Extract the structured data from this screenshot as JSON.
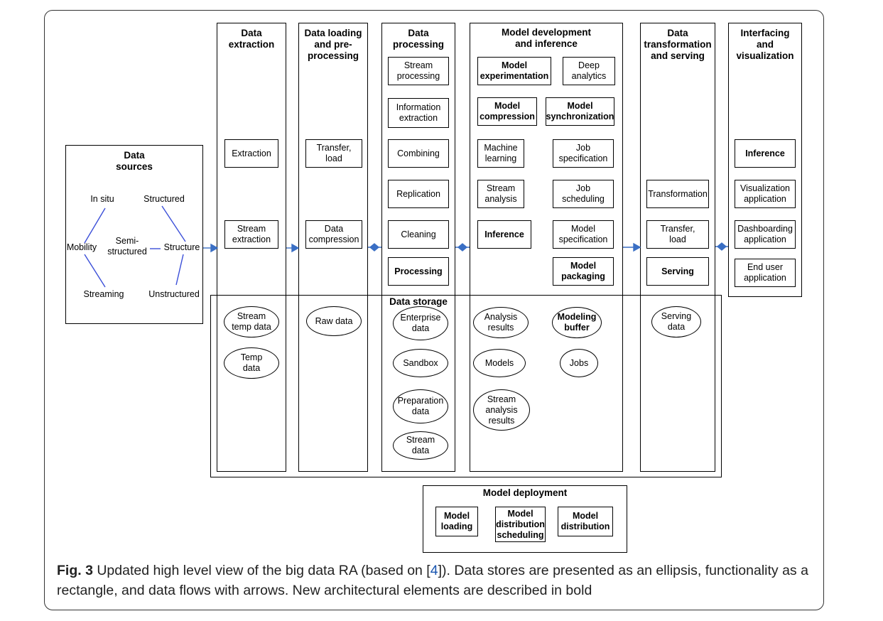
{
  "sources": {
    "title": "Data\nsources",
    "in_situ": "In situ",
    "structured": "Structured",
    "mobility": "Mobility",
    "semi": "Semi-\nstructured",
    "structure": "Structure",
    "streaming": "Streaming",
    "unstructured": "Unstructured"
  },
  "columns": {
    "extraction": "Data\nextraction",
    "loading": "Data loading\nand pre-\nprocessing",
    "processing": "Data\nprocessing",
    "model": "Model development\nand inference",
    "transformation": "Data\ntransformation\nand serving",
    "interfacing": "Interfacing\nand\nvisualization"
  },
  "boxes": {
    "extraction": "Extraction",
    "stream_extraction": "Stream\nextraction",
    "transfer_load": "Transfer,\nload",
    "data_compression": "Data\ncompression",
    "stream_processing": "Stream\nprocessing",
    "information_extraction": "Information\nextraction",
    "combining": "Combining",
    "replication": "Replication",
    "cleaning": "Cleaning",
    "processing": "Processing",
    "model_experimentation": "Model\nexperimentation",
    "deep_analytics": "Deep\nanalytics",
    "model_compression": "Model\ncompression",
    "model_synchronization": "Model\nsynchronization",
    "machine_learning": "Machine\nlearning",
    "job_specification": "Job\nspecification",
    "stream_analysis": "Stream\nanalysis",
    "job_scheduling": "Job\nscheduling",
    "inference_model": "Inference",
    "model_specification": "Model\nspecification",
    "model_packaging": "Model\npackaging",
    "transformation": "Transformation",
    "transfer_load_2": "Transfer,\nload",
    "serving": "Serving",
    "inference_if": "Inference",
    "visualization_app": "Visualization\napplication",
    "dashboarding_app": "Dashboarding\napplication",
    "end_user_app": "End user\napplication"
  },
  "storage": {
    "title": "Data storage",
    "stream_temp": "Stream\ntemp data",
    "temp": "Temp\ndata",
    "raw": "Raw data",
    "enterprise": "Enterprise\ndata",
    "sandbox": "Sandbox",
    "preparation": "Preparation\ndata",
    "stream_data": "Stream\ndata",
    "analysis_results": "Analysis\nresults",
    "modeling_buffer": "Modeling\nbuffer",
    "models": "Models",
    "jobs": "Jobs",
    "stream_analysis_results": "Stream\nanalysis\nresults",
    "serving_data": "Serving\ndata"
  },
  "deployment": {
    "title": "Model deployment",
    "loading": "Model\nloading",
    "dist_sched": "Model\ndistribution\nscheduling",
    "distribution": "Model\ndistribution"
  },
  "caption": {
    "fig": "Fig. 3",
    "text1": "  Updated high level view of the big data RA (based on [",
    "ref": "4",
    "text2": "]). Data stores are presented as an ellipsis, functionality as a rectangle, and data flows with arrows. New architectural elements are described in bold"
  },
  "colors": {
    "arrow": "#3a6fc4",
    "line": "#3b4fd8"
  }
}
